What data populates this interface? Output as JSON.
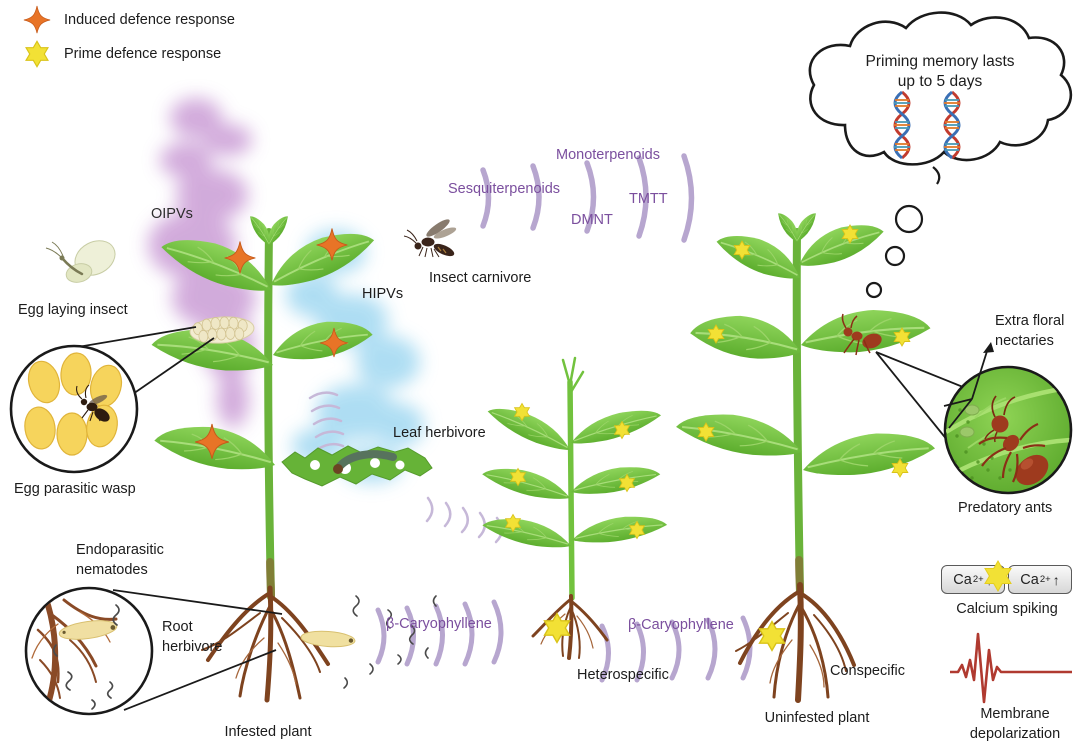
{
  "legend": {
    "items": [
      {
        "icon": "induced-star-icon",
        "label": "Induced defence response",
        "color": "#e87427"
      },
      {
        "icon": "primed-star-icon",
        "label": "Prime defence response",
        "color": "#f2e135"
      }
    ]
  },
  "thought_cloud": {
    "text": "Priming memory lasts\nup to 5 days"
  },
  "volatiles": {
    "oipvs": "OIPVs",
    "hipvs": "HIPVs",
    "monoterpenoids": "Monoterpenoids",
    "sesquiterpenoids": "Sesquiterpenoids",
    "dmnt": "DMNT",
    "tmtt": "TMTT",
    "beta_caryophyllene_left": "β-Caryophyllene",
    "beta_caryophyllene_right": "β-Caryophyllene"
  },
  "labels": {
    "egg_laying_insect": "Egg laying insect",
    "egg_parasitic_wasp": "Egg parasitic wasp",
    "insect_carnivore": "Insect carnivore",
    "leaf_herbivore": "Leaf herbivore",
    "endoparasitic_nematodes": "Endoparasitic\nnematodes",
    "root_herbivore": "Root\nherbivore",
    "infested_plant": "Infested plant",
    "heterospecific": "Heterospecific",
    "conspecific": "Conspecific",
    "uninfested_plant": "Uninfested plant",
    "predatory_ants": "Predatory ants",
    "extra_floral_nectaries": "Extra floral\nnectaries",
    "membrane_depolarization": "Membrane\ndepolarization"
  },
  "calcium": {
    "base": "Ca",
    "sup": "2+",
    "arrow": "↑",
    "caption": "Calcium spiking"
  },
  "colors": {
    "induced_star": "#e87427",
    "primed_star": "#f2e135",
    "volatile_text": "#7b4f9e",
    "wave_arc": "#b7a6cf",
    "oipv_plume": "#cda2d8",
    "hipv_plume": "#a6daf2",
    "waveform_red": "#b03a30",
    "leaf_green": "#6fbe3c",
    "root_brown": "#7e431f"
  }
}
